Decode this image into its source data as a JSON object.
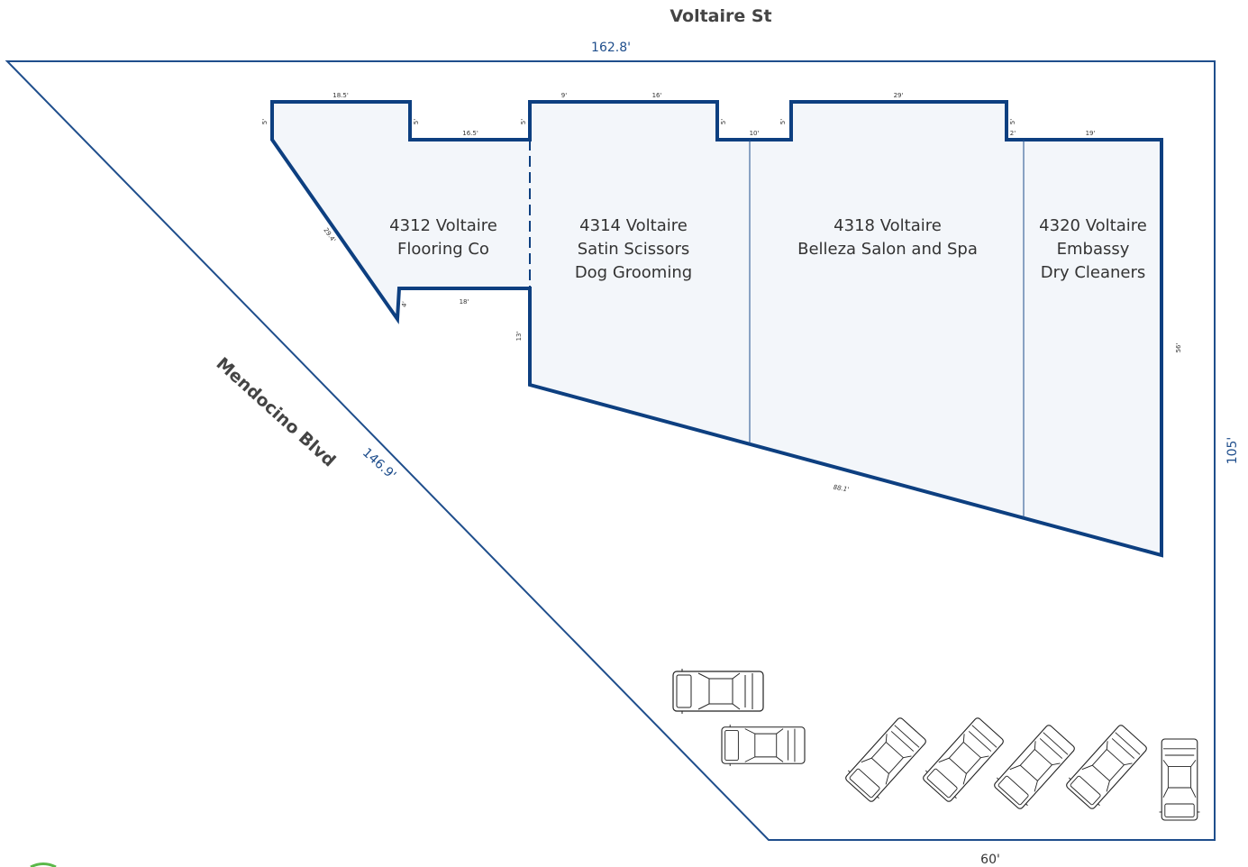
{
  "streets": {
    "top": "Voltaire St",
    "diagonal": "Mendocino Blvd"
  },
  "lot_dimensions": {
    "top": "162.8'",
    "diagonal": "146.9'",
    "right": "105'",
    "bottom": "60'"
  },
  "building_dimensions": {
    "d_18_5": "18.5'",
    "d_5_a": "5'",
    "d_5_b": "5'",
    "d_16_5": "16.5'",
    "d_5_c": "5'",
    "d_9": "9'",
    "d_16": "16'",
    "d_5_d": "5'",
    "d_10": "10'",
    "d_5_e": "5'",
    "d_29": "29'",
    "d_5_f": "5'",
    "d_2": "2'",
    "d_19": "19'",
    "d_29_4": "29.4'",
    "d_4": "4'",
    "d_18": "18'",
    "d_13": "13'",
    "d_56": "56'",
    "d_88_1": "88.1'"
  },
  "units": [
    {
      "address": "4312 Voltaire",
      "tenant_line1": "Flooring Co",
      "tenant_line2": ""
    },
    {
      "address": "4314 Voltaire",
      "tenant_line1": "Satin Scissors",
      "tenant_line2": "Dog Grooming"
    },
    {
      "address": "4318 Voltaire",
      "tenant_line1": "Belleza Salon and Spa",
      "tenant_line2": ""
    },
    {
      "address": "4320 Voltaire",
      "tenant_line1": "Embassy",
      "tenant_line2": "Dry Cleaners"
    }
  ],
  "colors": {
    "lot_outline": "#1f4e8c",
    "building_outline": "#0d3f80",
    "building_fill": "#f3f6fa",
    "dimension_text": "#1f4e8c",
    "street_text": "#444444"
  },
  "icons": [
    "car-icon"
  ]
}
